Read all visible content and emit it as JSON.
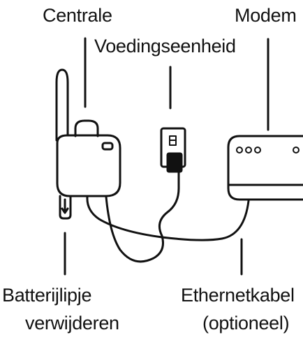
{
  "labels": {
    "hub": "Centrale",
    "modem": "Modem",
    "power_supply": "Voedingseenheid",
    "battery_line1": "Batterijlipje",
    "battery_line2": "verwijderen",
    "ethernet_line1": "Ethernetkabel",
    "ethernet_line2": "(optioneel)"
  },
  "colors": {
    "ink": "#111111",
    "background": "#ffffff"
  }
}
